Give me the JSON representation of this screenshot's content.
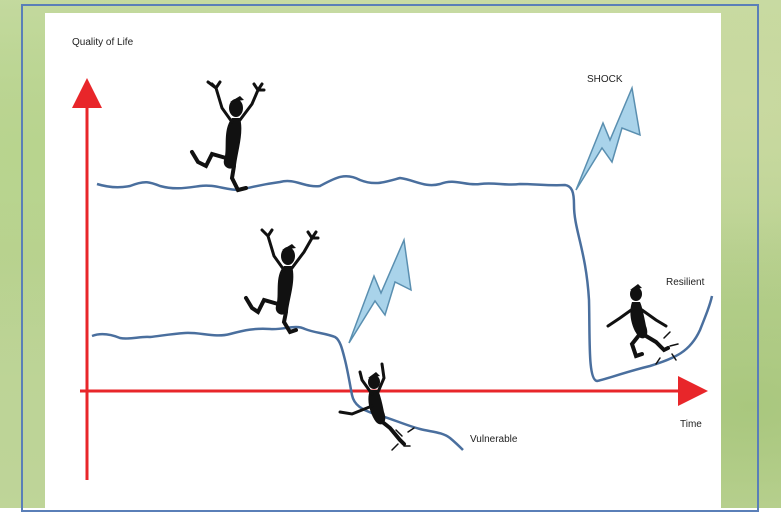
{
  "axes": {
    "y_label": "Quality of Life",
    "x_label": "Time",
    "color": "#e8262a"
  },
  "annotations": {
    "shock": "SHOCK",
    "resilient": "Resilient",
    "vulnerable": "Vulnerable"
  },
  "colors": {
    "curve": "#4a6f9e",
    "bolt_fill": "#a9d3ea",
    "bolt_stroke": "#5a8fb0",
    "figure": "#111111",
    "frame": "#5a7fb8"
  },
  "figures": [
    {
      "name": "top-happy-figure"
    },
    {
      "name": "middle-happy-figure"
    },
    {
      "name": "vulnerable-falling-figure"
    },
    {
      "name": "resilient-climbing-figure"
    }
  ]
}
